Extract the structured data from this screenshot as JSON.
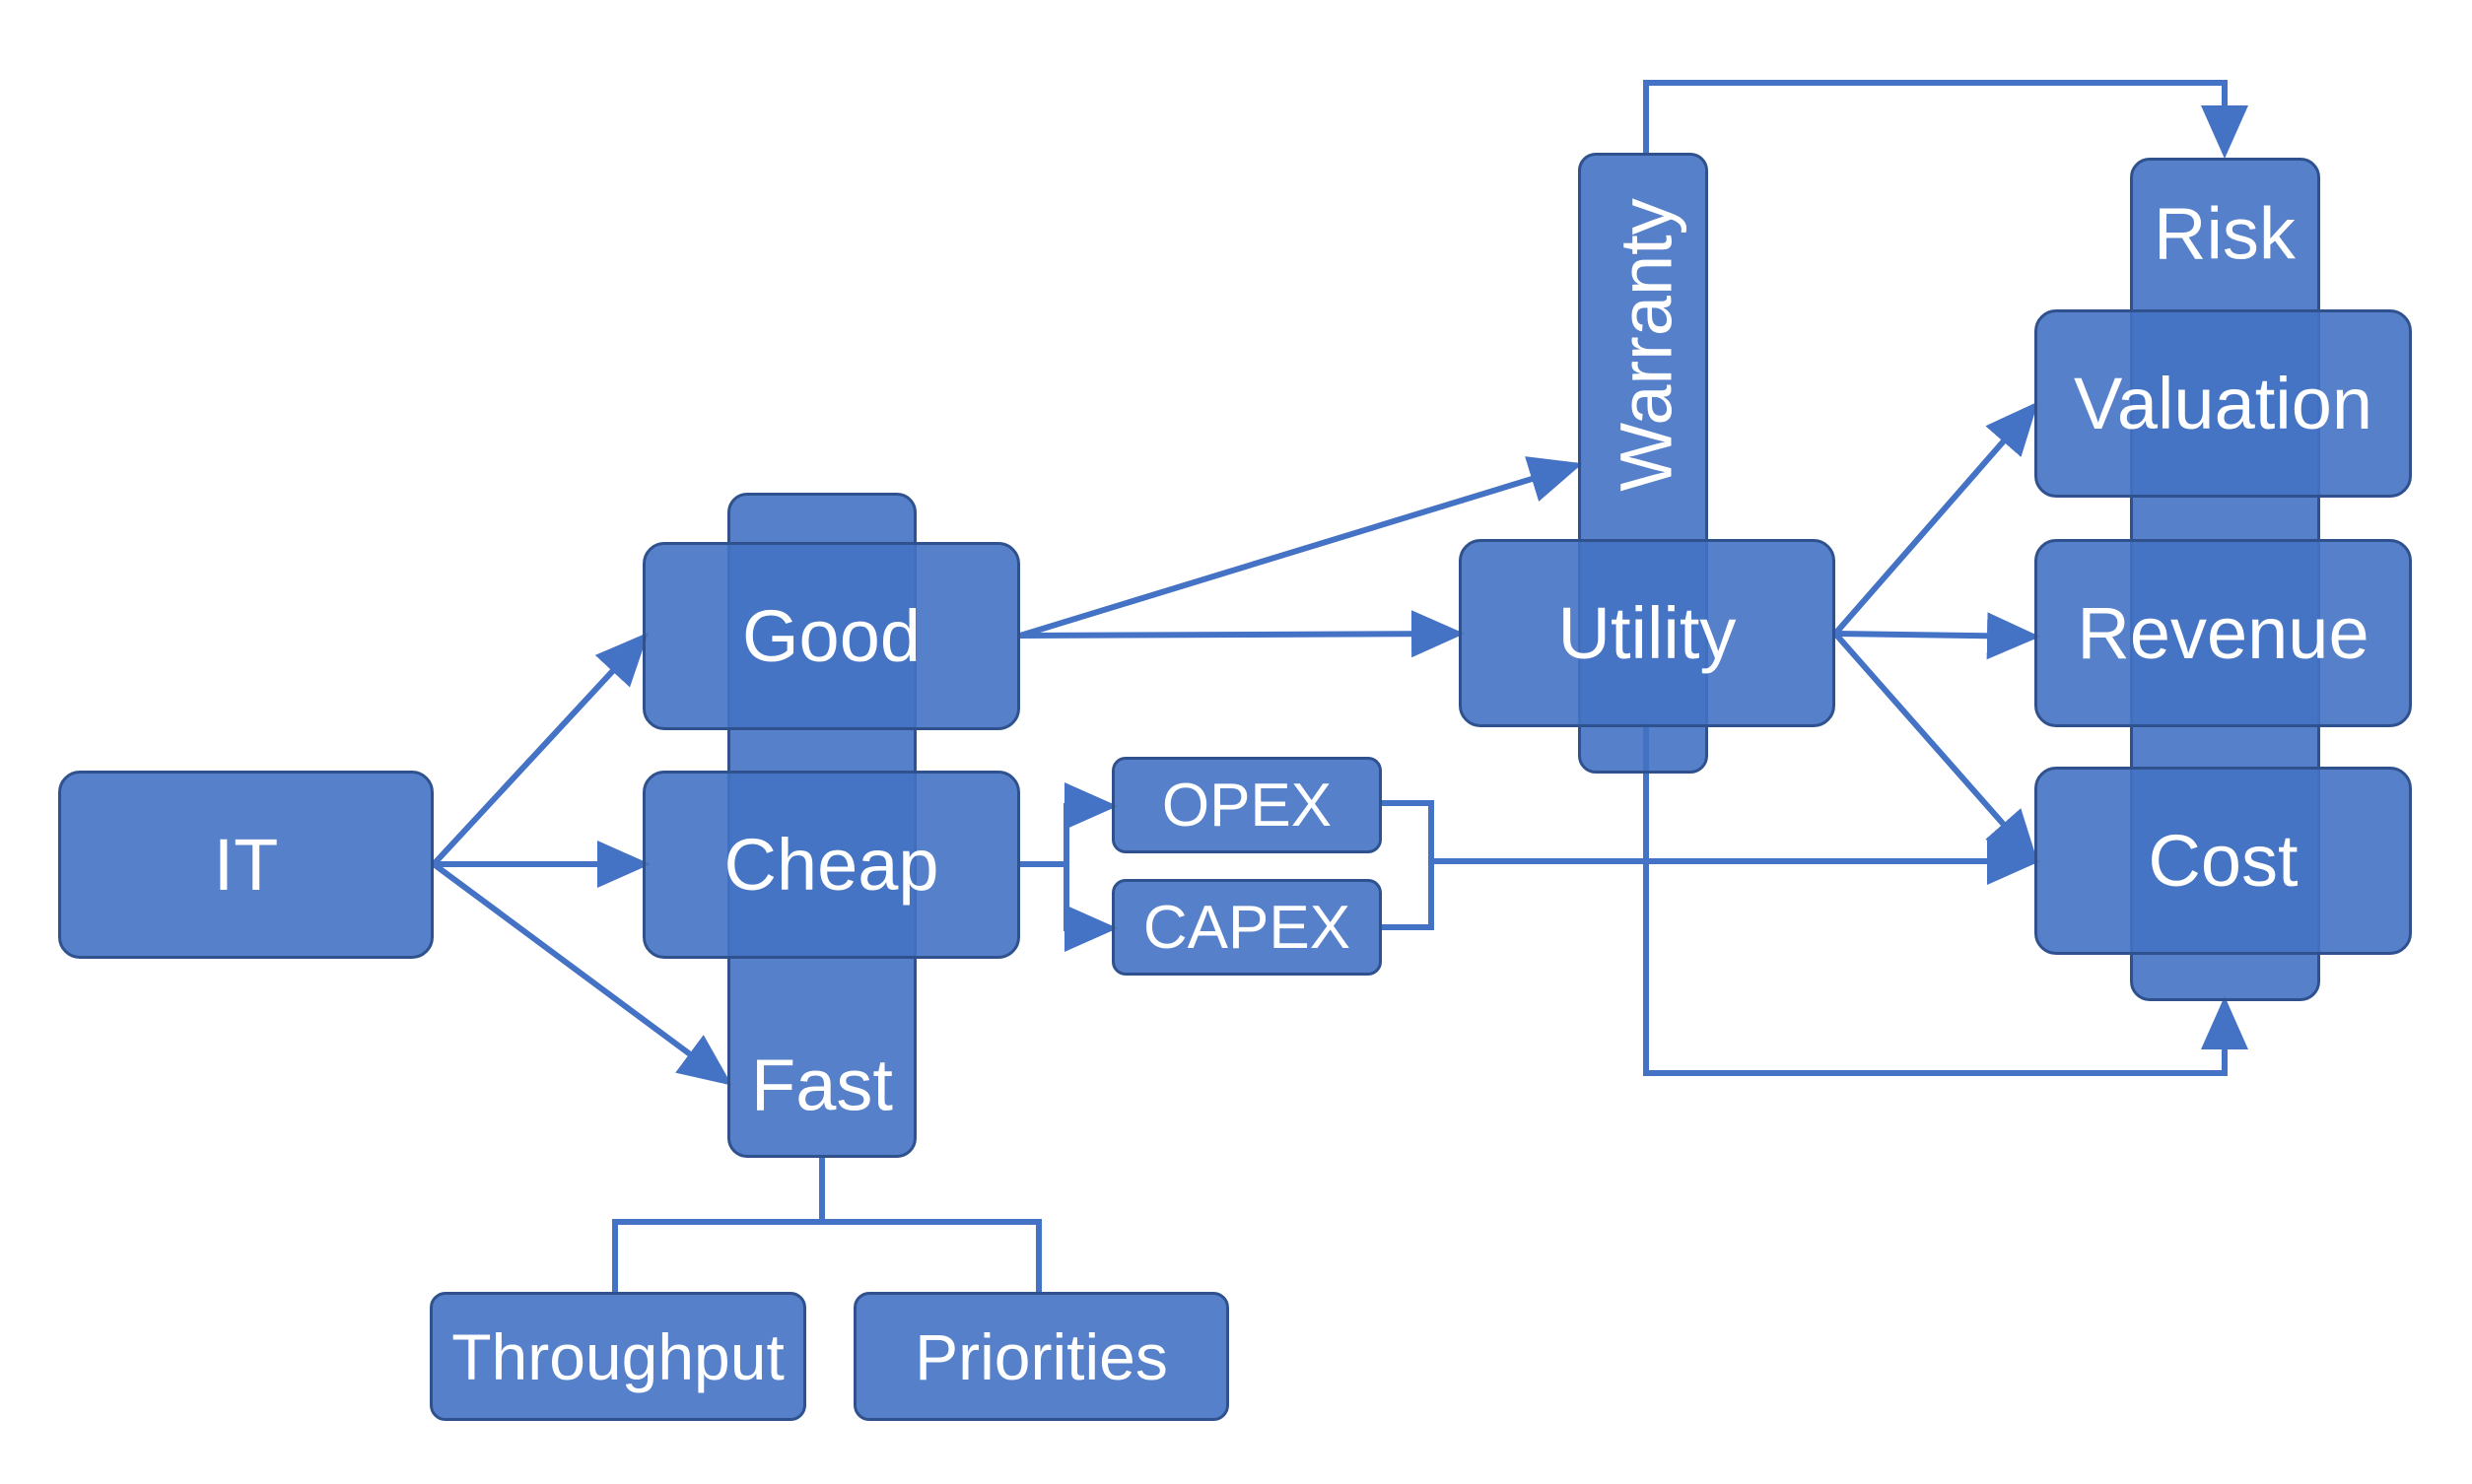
{
  "colors": {
    "box_fill": "#4472c4",
    "box_border": "#2f528f",
    "line": "#4472c4",
    "text": "#ffffff"
  },
  "nodes": {
    "it": "IT",
    "good": "Good",
    "cheap": "Cheap",
    "fast": "Fast",
    "throughput": "Throughput",
    "priorities": "Priorities",
    "opex": "OPEX",
    "capex": "CAPEX",
    "warranty": "Warranty",
    "utility": "Utility",
    "risk": "Risk",
    "valuation": "Valuation",
    "revenue": "Revenue",
    "cost": "Cost"
  }
}
